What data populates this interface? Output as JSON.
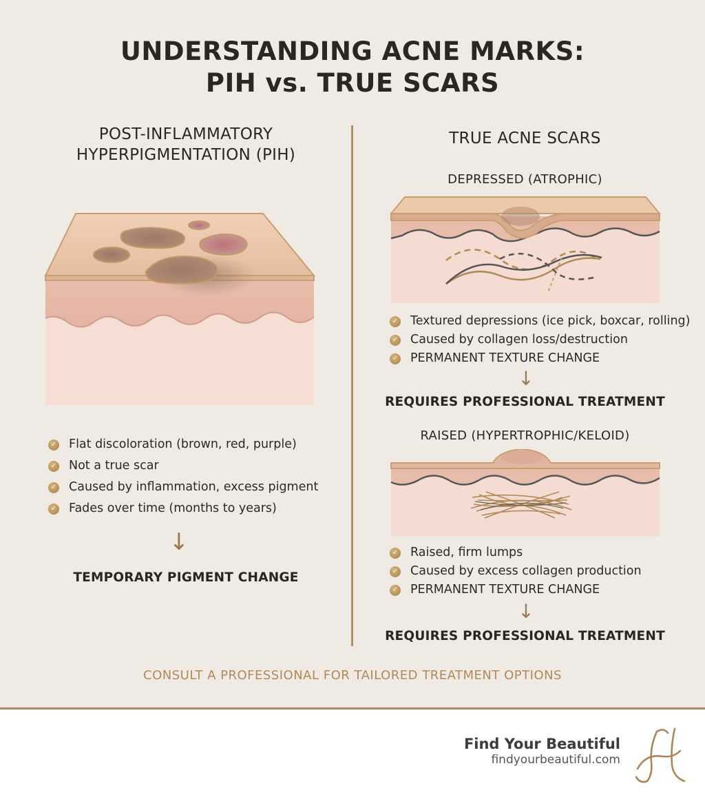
{
  "title": {
    "line1": "UNDERSTANDING ACNE MARKS:",
    "line2": "PIH vs. TRUE SCARS"
  },
  "pih": {
    "heading_line1": "POST-INFLAMMATORY",
    "heading_line2": "HYPERPIGMENTATION (PIH)",
    "bullets": [
      {
        "text": "Flat discoloration (brown, red, purple)",
        "icon": "check-icon"
      },
      {
        "text": "Not a true scar",
        "icon": "check-icon"
      },
      {
        "text": "Caused by inflammation, excess pigment",
        "icon": "check-icon"
      },
      {
        "text": "Fades over time (months to years)",
        "icon": "check-icon"
      }
    ],
    "conclusion": "TEMPORARY PIGMENT CHANGE"
  },
  "scars": {
    "heading": "TRUE ACNE SCARS",
    "depressed": {
      "heading": "DEPRESSED (ATROPHIC)",
      "bullets": [
        {
          "text": "Textured depressions (ice pick, boxcar, rolling)",
          "icon": "check-icon"
        },
        {
          "text": "Caused by collagen loss/destruction",
          "icon": "check-icon"
        },
        {
          "text": "PERMANENT TEXTURE CHANGE",
          "icon": "check-icon"
        }
      ],
      "conclusion": "REQUIRES PROFESSIONAL TREATMENT"
    },
    "raised": {
      "heading": "RAISED (HYPERTROPHIC/KELOID)",
      "bullets": [
        {
          "text": "Raised, firm lumps",
          "icon": "check-icon"
        },
        {
          "text": "Caused by excess collagen production",
          "icon": "check-icon"
        },
        {
          "text": "PERMANENT TEXTURE CHANGE",
          "icon": "check-icon"
        }
      ],
      "conclusion": "REQUIRES PROFESSIONAL TREATMENT"
    }
  },
  "consult": "CONSULT A PROFESSIONAL FOR TAILORED TREATMENT OPTIONS",
  "brand": {
    "name": "Find Your Beautiful",
    "url": "findyourbeautiful.com"
  },
  "colors": {
    "background": "#efeae3",
    "accent_gold": "#b08a58",
    "skin_top": "#ecc9ab",
    "skin_dermis": "#e9c0b2",
    "skin_lower": "#f6ded5",
    "text_dark": "#2a2520"
  },
  "icons": {
    "arrow": "arrow-down-icon",
    "logo": "script-h-logo-icon"
  }
}
